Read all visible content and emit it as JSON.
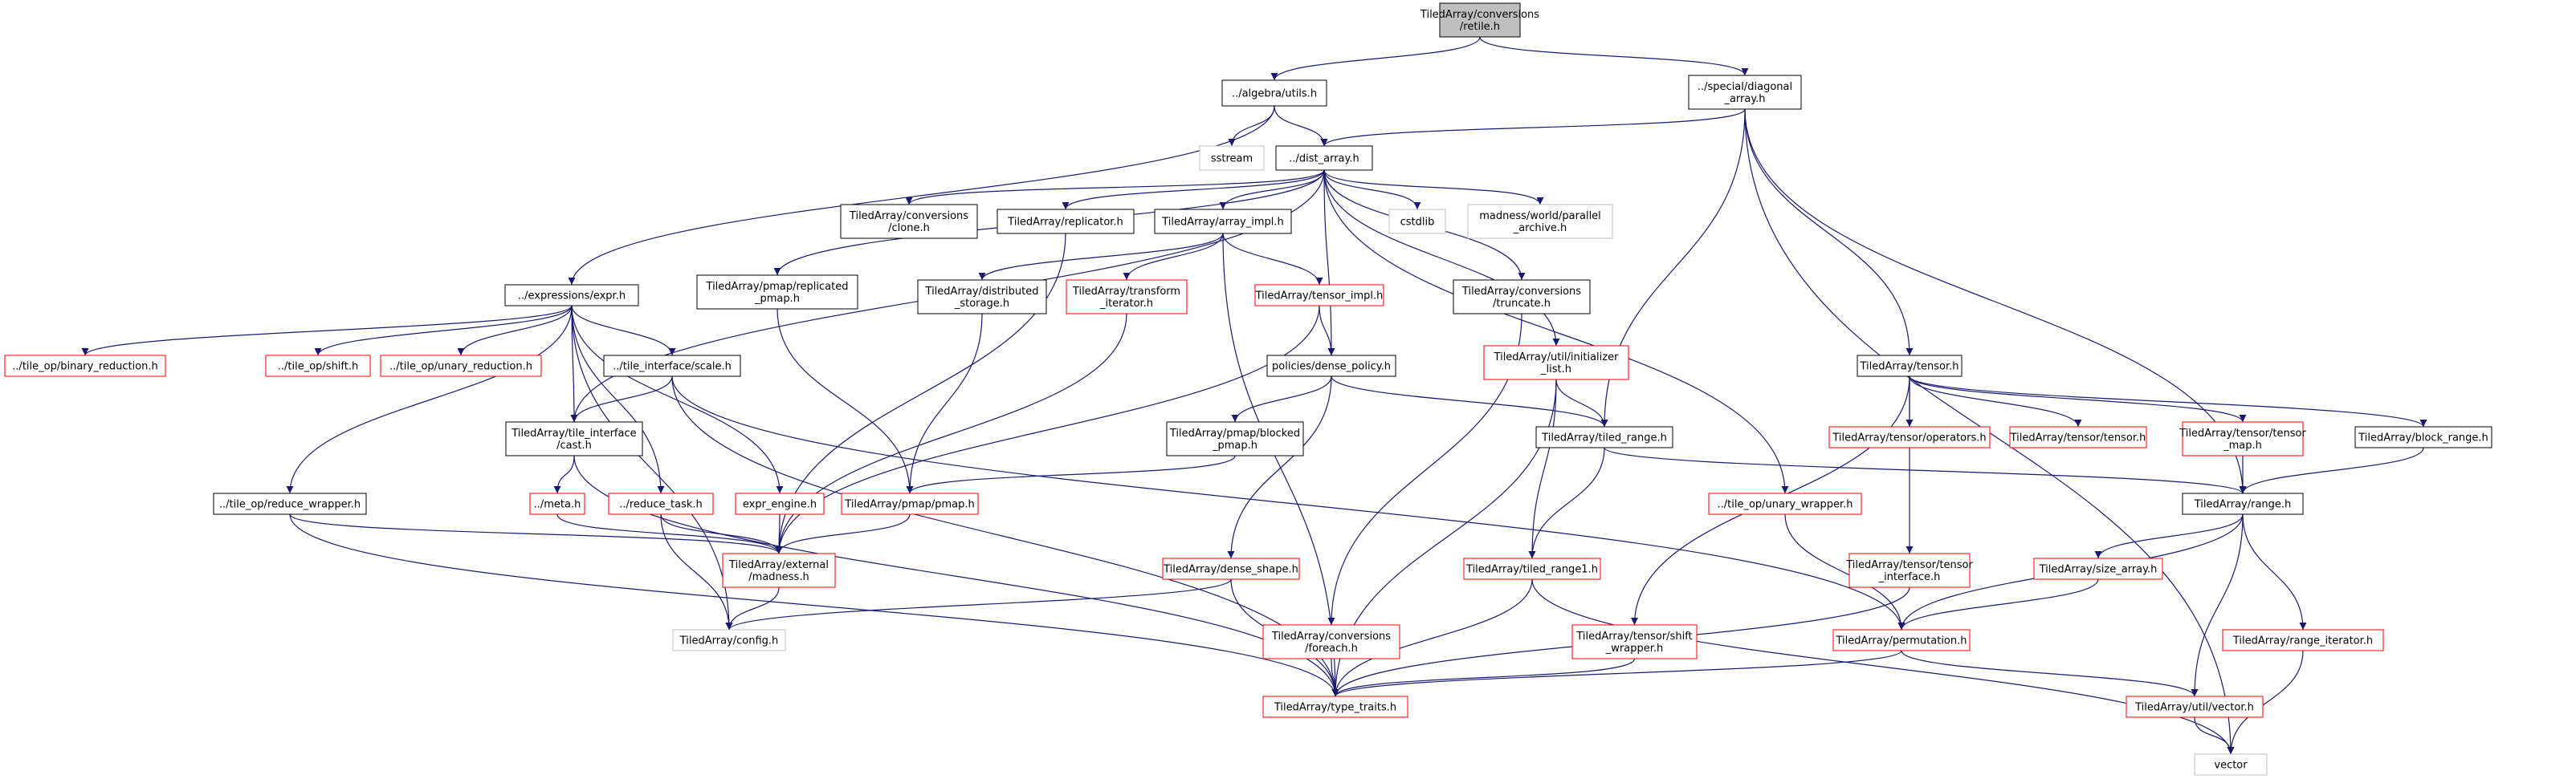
{
  "graph": {
    "colors": {
      "edge": "#191970",
      "black_border": "#000000",
      "red_border": "#ff0000",
      "grey_border": "#bfbfbf",
      "root_fill": "#bfbfbf",
      "text": "#000000"
    },
    "nodes": [
      {
        "id": "root",
        "lines": [
          "TiledArray/conversions",
          "/retile.h"
        ],
        "style": "root"
      },
      {
        "id": "algebra_utils",
        "lines": [
          "../algebra/utils.h"
        ],
        "style": "black"
      },
      {
        "id": "special_diag",
        "lines": [
          "../special/diagonal",
          "_array.h"
        ],
        "style": "black"
      },
      {
        "id": "sstream",
        "lines": [
          "sstream"
        ],
        "style": "grey"
      },
      {
        "id": "dist_array",
        "lines": [
          "../dist_array.h"
        ],
        "style": "black"
      },
      {
        "id": "conv_clone",
        "lines": [
          "TiledArray/conversions",
          "/clone.h"
        ],
        "style": "black"
      },
      {
        "id": "replicator",
        "lines": [
          "TiledArray/replicator.h"
        ],
        "style": "black"
      },
      {
        "id": "array_impl",
        "lines": [
          "TiledArray/array_impl.h"
        ],
        "style": "black"
      },
      {
        "id": "cstdlib",
        "lines": [
          "cstdlib"
        ],
        "style": "grey"
      },
      {
        "id": "madness_archive",
        "lines": [
          "madness/world/parallel",
          "_archive.h"
        ],
        "style": "grey"
      },
      {
        "id": "expr",
        "lines": [
          "../expressions/expr.h"
        ],
        "style": "black"
      },
      {
        "id": "pmap_replicated",
        "lines": [
          "TiledArray/pmap/replicated",
          "_pmap.h"
        ],
        "style": "black"
      },
      {
        "id": "dist_storage",
        "lines": [
          "TiledArray/distributed",
          "_storage.h"
        ],
        "style": "black"
      },
      {
        "id": "transform_iter",
        "lines": [
          "TiledArray/transform",
          "_iterator.h"
        ],
        "style": "red"
      },
      {
        "id": "tensor_impl",
        "lines": [
          "TiledArray/tensor_impl.h"
        ],
        "style": "red"
      },
      {
        "id": "conv_truncate",
        "lines": [
          "TiledArray/conversions",
          "/truncate.h"
        ],
        "style": "black"
      },
      {
        "id": "binary_red",
        "lines": [
          "../tile_op/binary_reduction.h"
        ],
        "style": "red"
      },
      {
        "id": "tile_shift",
        "lines": [
          "../tile_op/shift.h"
        ],
        "style": "red"
      },
      {
        "id": "unary_red",
        "lines": [
          "../tile_op/unary_reduction.h"
        ],
        "style": "red"
      },
      {
        "id": "tile_scale",
        "lines": [
          "../tile_interface/scale.h"
        ],
        "style": "black"
      },
      {
        "id": "dense_policy",
        "lines": [
          "policies/dense_policy.h"
        ],
        "style": "black"
      },
      {
        "id": "init_list",
        "lines": [
          "TiledArray/util/initializer",
          "_list.h"
        ],
        "style": "red"
      },
      {
        "id": "tensor_h",
        "lines": [
          "TiledArray/tensor.h"
        ],
        "style": "black"
      },
      {
        "id": "tile_cast",
        "lines": [
          "TiledArray/tile_interface",
          "/cast.h"
        ],
        "style": "black"
      },
      {
        "id": "pmap_blocked",
        "lines": [
          "TiledArray/pmap/blocked",
          "_pmap.h"
        ],
        "style": "black"
      },
      {
        "id": "tiled_range",
        "lines": [
          "TiledArray/tiled_range.h"
        ],
        "style": "black"
      },
      {
        "id": "tensor_ops",
        "lines": [
          "TiledArray/tensor/operators.h"
        ],
        "style": "red"
      },
      {
        "id": "tensor_tensor",
        "lines": [
          "TiledArray/tensor/tensor.h"
        ],
        "style": "red"
      },
      {
        "id": "tensor_map",
        "lines": [
          "TiledArray/tensor/tensor",
          "_map.h"
        ],
        "style": "red"
      },
      {
        "id": "block_range",
        "lines": [
          "TiledArray/block_range.h"
        ],
        "style": "black"
      },
      {
        "id": "reduce_wrapper",
        "lines": [
          "../tile_op/reduce_wrapper.h"
        ],
        "style": "black"
      },
      {
        "id": "meta",
        "lines": [
          "../meta.h"
        ],
        "style": "red"
      },
      {
        "id": "reduce_task",
        "lines": [
          "../reduce_task.h"
        ],
        "style": "red"
      },
      {
        "id": "expr_engine",
        "lines": [
          "expr_engine.h"
        ],
        "style": "red"
      },
      {
        "id": "pmap_pmap",
        "lines": [
          "TiledArray/pmap/pmap.h"
        ],
        "style": "red"
      },
      {
        "id": "unary_wrapper",
        "lines": [
          "../tile_op/unary_wrapper.h"
        ],
        "style": "red"
      },
      {
        "id": "range_h",
        "lines": [
          "TiledArray/range.h"
        ],
        "style": "black"
      },
      {
        "id": "madness",
        "lines": [
          "TiledArray/external",
          "/madness.h"
        ],
        "style": "red"
      },
      {
        "id": "dense_shape",
        "lines": [
          "TiledArray/dense_shape.h"
        ],
        "style": "red"
      },
      {
        "id": "tiled_range1",
        "lines": [
          "TiledArray/tiled_range1.h"
        ],
        "style": "red"
      },
      {
        "id": "tensor_iface",
        "lines": [
          "TiledArray/tensor/tensor",
          "_interface.h"
        ],
        "style": "red"
      },
      {
        "id": "size_array",
        "lines": [
          "TiledArray/size_array.h"
        ],
        "style": "red"
      },
      {
        "id": "config",
        "lines": [
          "TiledArray/config.h"
        ],
        "style": "grey"
      },
      {
        "id": "conv_foreach",
        "lines": [
          "TiledArray/conversions",
          "/foreach.h"
        ],
        "style": "red"
      },
      {
        "id": "shift_wrapper",
        "lines": [
          "TiledArray/tensor/shift",
          "_wrapper.h"
        ],
        "style": "red"
      },
      {
        "id": "permutation",
        "lines": [
          "TiledArray/permutation.h"
        ],
        "style": "red"
      },
      {
        "id": "range_iter",
        "lines": [
          "TiledArray/range_iterator.h"
        ],
        "style": "red"
      },
      {
        "id": "type_traits",
        "lines": [
          "TiledArray/type_traits.h"
        ],
        "style": "red"
      },
      {
        "id": "util_vector",
        "lines": [
          "TiledArray/util/vector.h"
        ],
        "style": "red"
      },
      {
        "id": "vector",
        "lines": [
          "vector"
        ],
        "style": "grey"
      }
    ],
    "edges": [
      [
        "root",
        "algebra_utils"
      ],
      [
        "root",
        "special_diag"
      ],
      [
        "algebra_utils",
        "sstream"
      ],
      [
        "algebra_utils",
        "dist_array"
      ],
      [
        "algebra_utils",
        "expr"
      ],
      [
        "special_diag",
        "dist_array"
      ],
      [
        "special_diag",
        "tensor_h"
      ],
      [
        "special_diag",
        "tiled_range"
      ],
      [
        "special_diag",
        "range_h"
      ],
      [
        "special_diag",
        "vector"
      ],
      [
        "dist_array",
        "conv_clone"
      ],
      [
        "dist_array",
        "replicator"
      ],
      [
        "dist_array",
        "array_impl"
      ],
      [
        "dist_array",
        "cstdlib"
      ],
      [
        "dist_array",
        "madness_archive"
      ],
      [
        "dist_array",
        "pmap_replicated"
      ],
      [
        "dist_array",
        "conv_truncate"
      ],
      [
        "dist_array",
        "dense_policy"
      ],
      [
        "dist_array",
        "init_list"
      ],
      [
        "dist_array",
        "tile_cast"
      ],
      [
        "dist_array",
        "unary_wrapper"
      ],
      [
        "replicator",
        "madness"
      ],
      [
        "array_impl",
        "dist_storage"
      ],
      [
        "array_impl",
        "transform_iter"
      ],
      [
        "array_impl",
        "tensor_impl"
      ],
      [
        "array_impl",
        "type_traits"
      ],
      [
        "pmap_replicated",
        "pmap_pmap"
      ],
      [
        "dist_storage",
        "pmap_pmap"
      ],
      [
        "transform_iter",
        "madness"
      ],
      [
        "tensor_impl",
        "dense_policy"
      ],
      [
        "tensor_impl",
        "madness"
      ],
      [
        "conv_truncate",
        "conv_foreach"
      ],
      [
        "expr",
        "binary_red"
      ],
      [
        "expr",
        "tile_shift"
      ],
      [
        "expr",
        "unary_red"
      ],
      [
        "expr",
        "tile_scale"
      ],
      [
        "expr",
        "tile_cast"
      ],
      [
        "expr",
        "reduce_wrapper"
      ],
      [
        "expr",
        "reduce_task"
      ],
      [
        "expr",
        "expr_engine"
      ],
      [
        "expr",
        "config"
      ],
      [
        "tile_scale",
        "tile_cast"
      ],
      [
        "tile_scale",
        "permutation"
      ],
      [
        "tile_scale",
        "type_traits"
      ],
      [
        "tile_cast",
        "meta"
      ],
      [
        "tile_cast",
        "type_traits"
      ],
      [
        "dense_policy",
        "pmap_blocked"
      ],
      [
        "dense_policy",
        "tiled_range"
      ],
      [
        "dense_policy",
        "dense_shape"
      ],
      [
        "init_list",
        "tiled_range"
      ],
      [
        "init_list",
        "tiled_range1"
      ],
      [
        "init_list",
        "type_traits"
      ],
      [
        "pmap_blocked",
        "pmap_pmap"
      ],
      [
        "pmap_pmap",
        "madness"
      ],
      [
        "tiled_range",
        "tiled_range1"
      ],
      [
        "tiled_range",
        "range_h"
      ],
      [
        "tensor_h",
        "tensor_ops"
      ],
      [
        "tensor_h",
        "tensor_tensor"
      ],
      [
        "tensor_h",
        "tensor_map"
      ],
      [
        "tensor_h",
        "block_range"
      ],
      [
        "tensor_h",
        "tensor_iface"
      ],
      [
        "tensor_h",
        "shift_wrapper"
      ],
      [
        "tensor_map",
        "range_h"
      ],
      [
        "block_range",
        "range_h"
      ],
      [
        "reduce_wrapper",
        "madness"
      ],
      [
        "reduce_wrapper",
        "type_traits"
      ],
      [
        "meta",
        "madness"
      ],
      [
        "reduce_task",
        "madness"
      ],
      [
        "reduce_task",
        "config"
      ],
      [
        "expr_engine",
        "madness"
      ],
      [
        "madness",
        "config"
      ],
      [
        "unary_wrapper",
        "permutation"
      ],
      [
        "range_h",
        "size_array"
      ],
      [
        "range_h",
        "permutation"
      ],
      [
        "range_h",
        "range_iter"
      ],
      [
        "range_h",
        "util_vector"
      ],
      [
        "size_array",
        "permutation"
      ],
      [
        "dense_shape",
        "config"
      ],
      [
        "dense_shape",
        "type_traits"
      ],
      [
        "tiled_range1",
        "type_traits"
      ],
      [
        "tiled_range1",
        "vector"
      ],
      [
        "tensor_iface",
        "type_traits"
      ],
      [
        "shift_wrapper",
        "type_traits"
      ],
      [
        "conv_foreach",
        "type_traits"
      ],
      [
        "permutation",
        "type_traits"
      ],
      [
        "permutation",
        "util_vector"
      ],
      [
        "range_iter",
        "vector"
      ],
      [
        "util_vector",
        "vector"
      ]
    ]
  }
}
